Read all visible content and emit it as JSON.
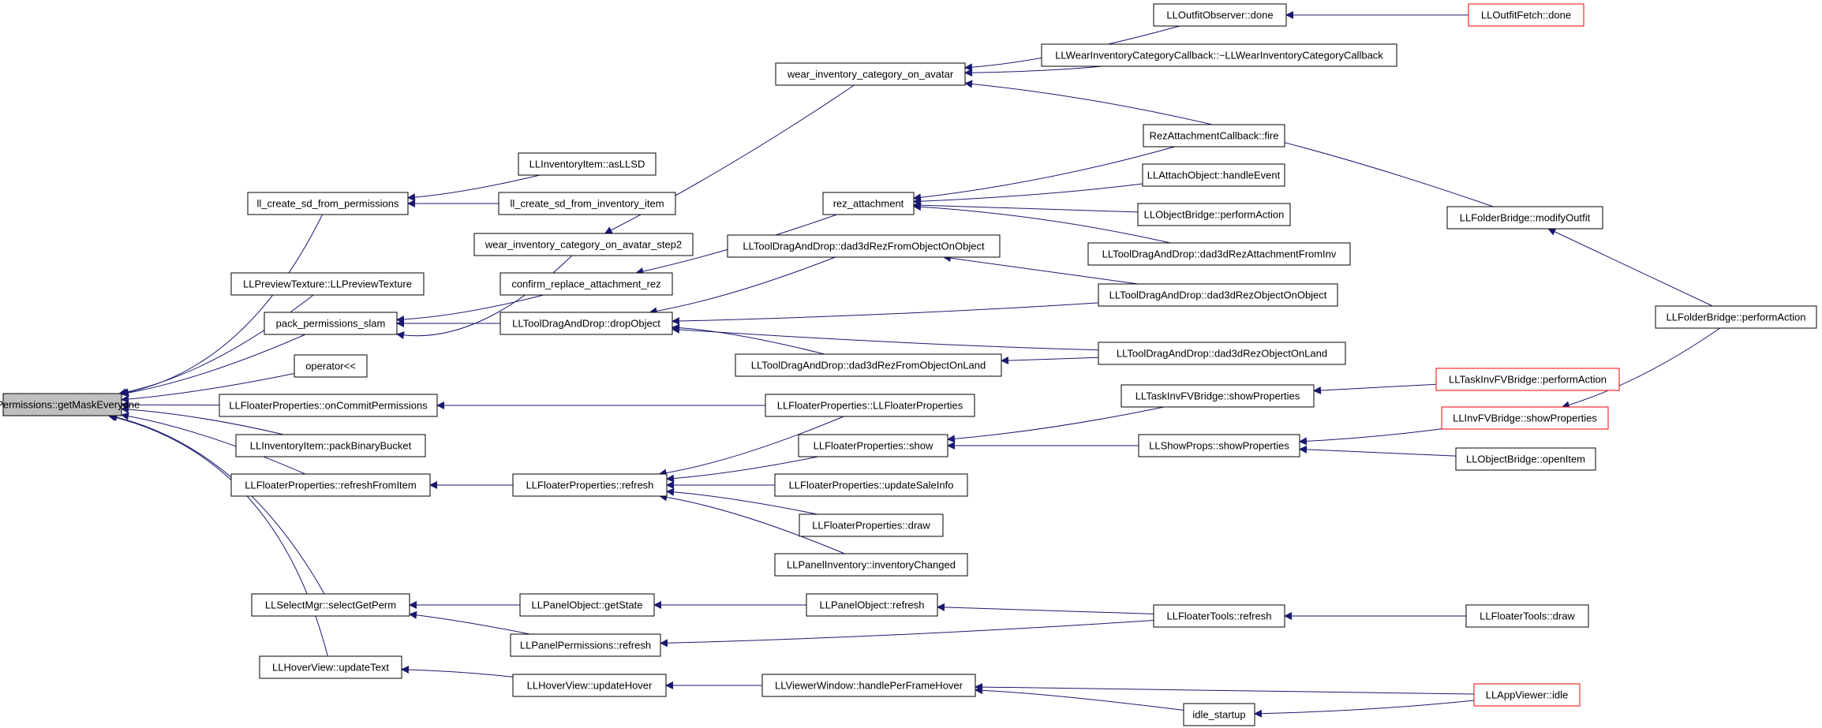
{
  "colors": {
    "edge": "#191970",
    "box_border": "#000000",
    "box_missing_border": "#ff0000",
    "root_fill": "#bfbfbf",
    "background": "#ffffff"
  },
  "nodes": {
    "root": {
      "label": "LLPermissions::getMaskEveryone",
      "style": "root"
    },
    "ll_create_sd_from_permissions": {
      "label": "ll_create_sd_from_permissions"
    },
    "inv_item_aslls": {
      "label": "LLInventoryItem::asLLSD"
    },
    "ll_create_sd_from_inventory_item": {
      "label": "ll_create_sd_from_inventory_item"
    },
    "preview_texture": {
      "label": "LLPreviewTexture::LLPreviewTexture"
    },
    "pack_permissions_slam": {
      "label": "pack_permissions_slam"
    },
    "wear_step2": {
      "label": "wear_inventory_category_on_avatar_step2"
    },
    "wear_on_avatar": {
      "label": "wear_inventory_category_on_avatar"
    },
    "outfit_observer_done": {
      "label": "LLOutfitObserver::done"
    },
    "outfit_fetch_done": {
      "label": "LLOutfitFetch::done",
      "style": "missing"
    },
    "wear_callback_dtor": {
      "label": "LLWearInventoryCategoryCallback::~LLWearInventoryCategoryCallback"
    },
    "folder_modify_outfit": {
      "label": "LLFolderBridge::modifyOutfit"
    },
    "folder_perform_action": {
      "label": "LLFolderBridge::performAction"
    },
    "confirm_replace": {
      "label": "confirm_replace_attachment_rez"
    },
    "rez_attachment": {
      "label": "rez_attachment"
    },
    "rez_attach_cb_fire": {
      "label": "RezAttachmentCallback::fire"
    },
    "attach_object_handle": {
      "label": "LLAttachObject::handleEvent"
    },
    "object_bridge_perform": {
      "label": "LLObjectBridge::performAction"
    },
    "dad3d_attach_inv": {
      "label": "LLToolDragAndDrop::dad3dRezAttachmentFromInv"
    },
    "drop_object": {
      "label": "LLToolDragAndDrop::dropObject"
    },
    "dad3d_from_obj_on_obj": {
      "label": "LLToolDragAndDrop::dad3dRezFromObjectOnObject"
    },
    "dad3d_obj_on_obj": {
      "label": "LLToolDragAndDrop::dad3dRezObjectOnObject"
    },
    "dad3d_from_obj_on_land": {
      "label": "LLToolDragAndDrop::dad3dRezFromObjectOnLand"
    },
    "dad3d_obj_on_land": {
      "label": "LLToolDragAndDrop::dad3dRezObjectOnLand"
    },
    "operator_lshift": {
      "label": "operator<<"
    },
    "fp_on_commit": {
      "label": "LLFloaterProperties::onCommitPermissions"
    },
    "fp_ctor": {
      "label": "LLFloaterProperties::LLFloaterProperties"
    },
    "inv_pack_binary": {
      "label": "LLInventoryItem::packBinaryBucket"
    },
    "fp_refresh_from_item": {
      "label": "LLFloaterProperties::refreshFromItem"
    },
    "fp_refresh": {
      "label": "LLFloaterProperties::refresh"
    },
    "fp_show": {
      "label": "LLFloaterProperties::show"
    },
    "taskinv_show_props": {
      "label": "LLTaskInvFVBridge::showProperties"
    },
    "taskinv_perform": {
      "label": "LLTaskInvFVBridge::performAction",
      "style": "missing"
    },
    "showprops_show": {
      "label": "LLShowProps::showProperties"
    },
    "invfv_show_props": {
      "label": "LLInvFVBridge::showProperties",
      "style": "missing"
    },
    "object_bridge_open": {
      "label": "LLObjectBridge::openItem"
    },
    "fp_update_sale": {
      "label": "LLFloaterProperties::updateSaleInfo"
    },
    "fp_draw": {
      "label": "LLFloaterProperties::draw"
    },
    "panel_inv_changed": {
      "label": "LLPanelInventory::inventoryChanged"
    },
    "select_get_perm": {
      "label": "LLSelectMgr::selectGetPerm"
    },
    "panel_obj_getstate": {
      "label": "LLPanelObject::getState"
    },
    "panel_obj_refresh": {
      "label": "LLPanelObject::refresh"
    },
    "floater_tools_refresh": {
      "label": "LLFloaterTools::refresh"
    },
    "floater_tools_draw": {
      "label": "LLFloaterTools::draw"
    },
    "panel_perm_refresh": {
      "label": "LLPanelPermissions::refresh"
    },
    "hover_update_text": {
      "label": "LLHoverView::updateText"
    },
    "hover_update_hover": {
      "label": "LLHoverView::updateHover"
    },
    "viewer_window_hover": {
      "label": "LLViewerWindow::handlePerFrameHover"
    },
    "app_viewer_idle": {
      "label": "LLAppViewer::idle",
      "style": "missing"
    },
    "idle_startup": {
      "label": "idle_startup"
    }
  }
}
